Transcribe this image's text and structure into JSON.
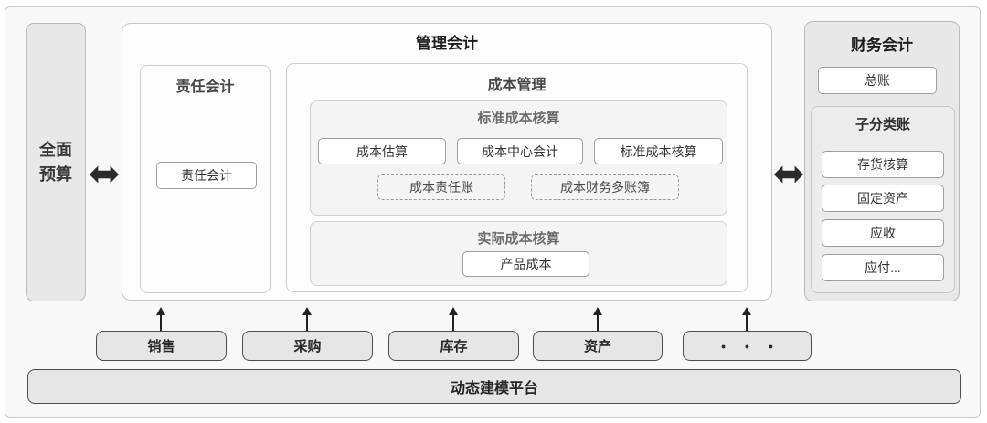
{
  "budget": {
    "line1": "全面",
    "line2": "预算"
  },
  "management": {
    "title": "管理会计",
    "responsibility": {
      "title": "责任会计",
      "item": "责任会计"
    },
    "cost": {
      "title": "成本管理",
      "standard": {
        "title": "标准成本核算",
        "items": [
          "成本估算",
          "成本中心会计",
          "标准成本核算"
        ],
        "dashed_items": [
          "成本责任账",
          "成本财务多账簿"
        ]
      },
      "actual": {
        "title": "实际成本核算",
        "item": "产品成本"
      }
    }
  },
  "financial": {
    "title": "财务会计",
    "general_ledger": "总账",
    "subledger": {
      "title": "子分类账",
      "items": [
        "存货核算",
        "固定资产",
        "应收",
        "应付..."
      ]
    }
  },
  "modules": [
    "销售",
    "采购",
    "库存",
    "资产",
    "● ● ●"
  ],
  "platform": "动态建模平台",
  "colors": {
    "panel_gray": "#e8e8e8",
    "section_gray": "#f4f4f4",
    "dark_border": "#4c4c4c",
    "arrow": "#2b2b2b"
  }
}
